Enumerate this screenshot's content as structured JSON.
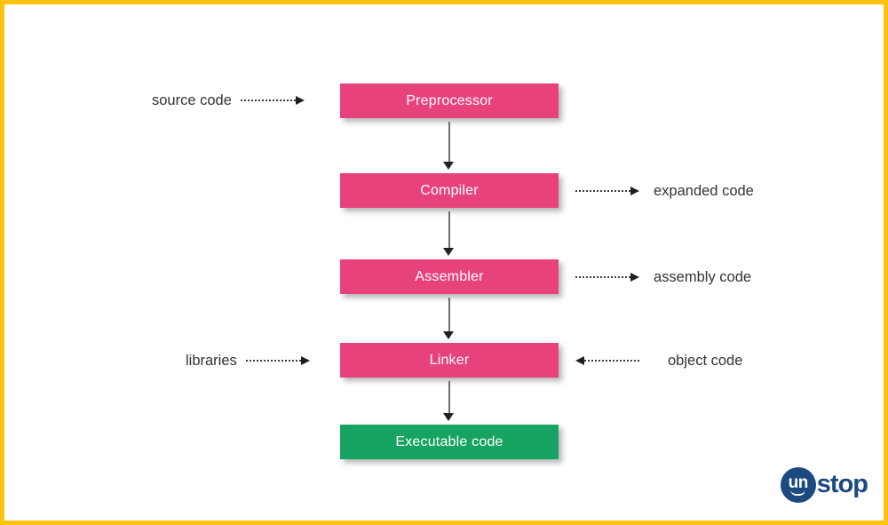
{
  "colors": {
    "border_yellow": "#FFC20E",
    "box_pink": "#E8427C",
    "box_green": "#17A463",
    "logo_navy": "#1C4980",
    "label_gray": "#333333",
    "background": "#FFFFFF"
  },
  "diagram": {
    "title_implied": "C compilation process flow",
    "boxes": [
      {
        "label": "Preprocessor",
        "color": "#E8427C"
      },
      {
        "label": "Compiler",
        "color": "#E8427C"
      },
      {
        "label": "Assembler",
        "color": "#E8427C"
      },
      {
        "label": "Linker",
        "color": "#E8427C"
      },
      {
        "label": "Executable code",
        "color": "#17A463"
      }
    ],
    "side_labels": [
      {
        "text": "source code",
        "side": "left",
        "row": "Preprocessor",
        "arrow": "into-box-right"
      },
      {
        "text": "expanded code",
        "side": "right",
        "row": "Compiler",
        "arrow": "out-of-box-right"
      },
      {
        "text": "assembly code",
        "side": "right",
        "row": "Assembler",
        "arrow": "out-of-box-right"
      },
      {
        "text": "libraries",
        "side": "left",
        "row": "Linker",
        "arrow": "into-box-right"
      },
      {
        "text": "object code",
        "side": "right",
        "row": "Linker",
        "arrow": "into-box-left"
      }
    ]
  },
  "logo": {
    "circle_text": "un",
    "rest_text": "stop"
  }
}
